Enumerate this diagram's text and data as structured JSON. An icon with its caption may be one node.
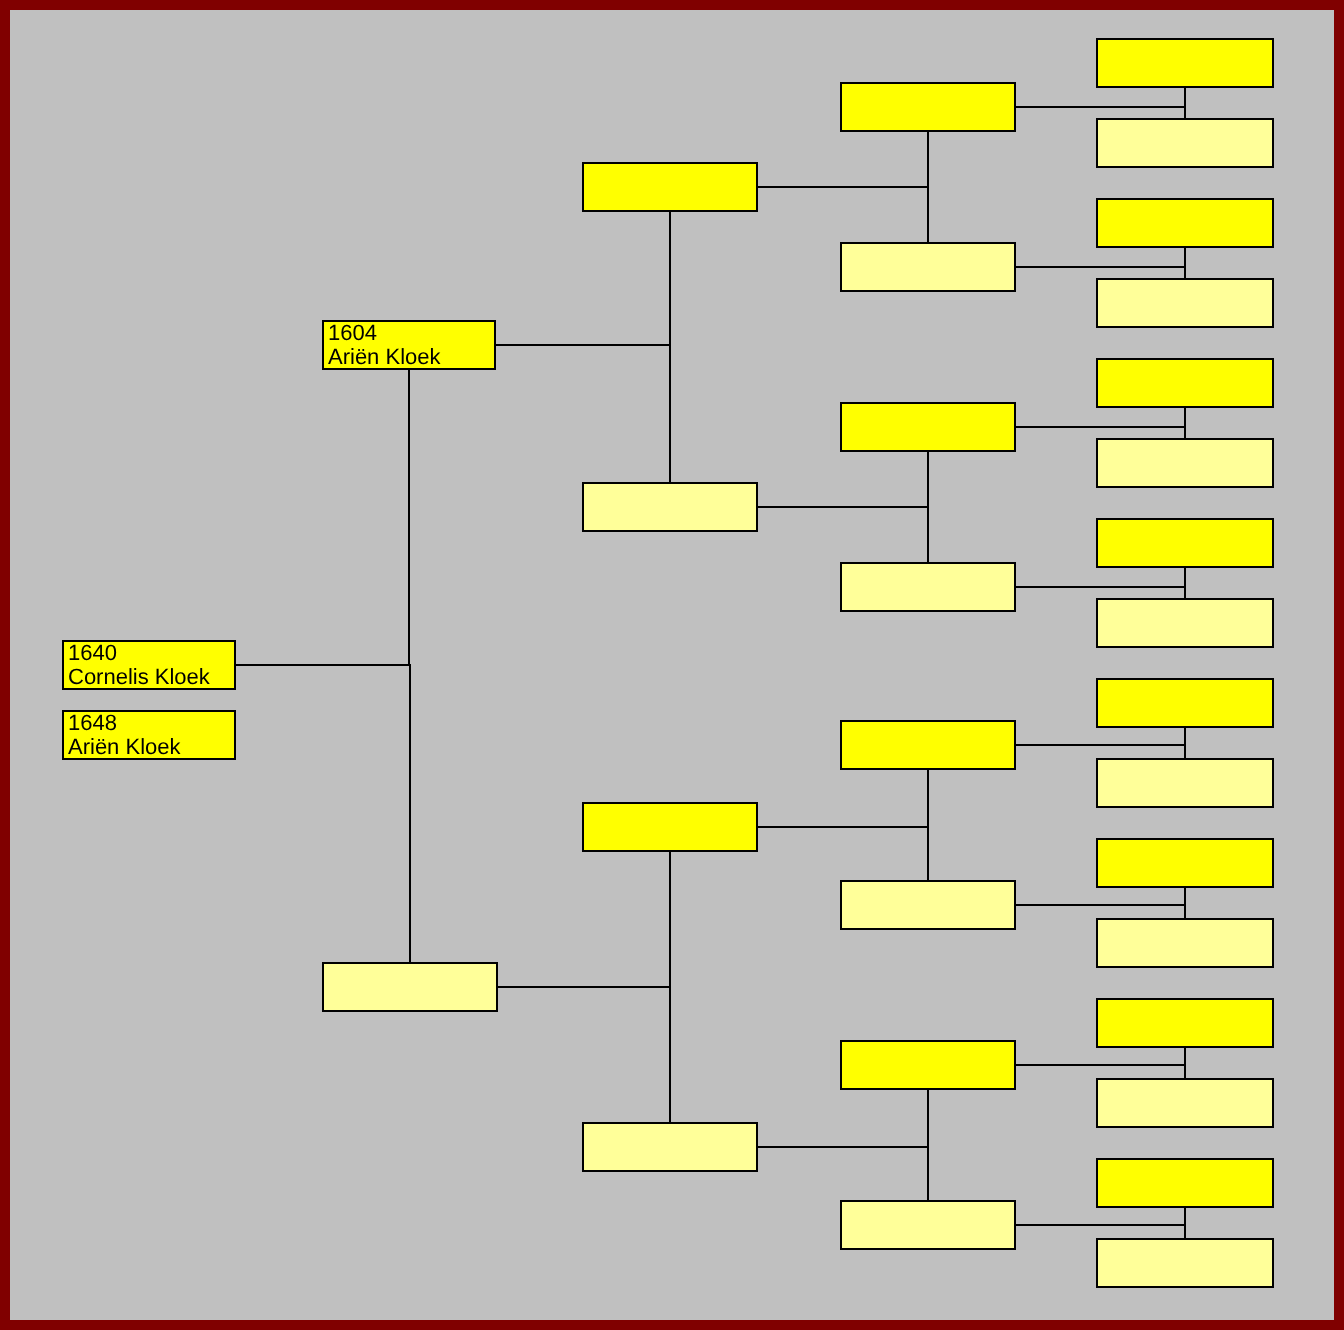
{
  "diagram": {
    "nodes": [
      {
        "text": [
          "1640",
          "Cornelis Kloek"
        ]
      },
      {
        "text": [
          "1648",
          "Ariën Kloek"
        ]
      },
      {
        "text": [
          "1604",
          "Ariën Kloek"
        ]
      },
      {
        "text": [],
        "shape": "box"
      },
      {
        "text": [],
        "shape": "box"
      },
      {
        "text": [],
        "shape": "box"
      },
      {
        "text": [],
        "shape": "box"
      },
      {
        "text": [],
        "shape": "box"
      },
      {
        "text": [],
        "shape": "box"
      },
      {
        "text": [],
        "shape": "box"
      },
      {
        "text": [],
        "shape": "box"
      },
      {
        "text": [],
        "shape": "box"
      },
      {
        "text": [],
        "shape": "box"
      },
      {
        "text": [],
        "shape": "box"
      },
      {
        "text": [],
        "shape": "box"
      },
      {
        "text": [],
        "shape": "box"
      },
      {
        "text": [],
        "shape": "box"
      },
      {
        "text": [],
        "shape": "box"
      },
      {
        "text": [],
        "shape": "box"
      },
      {
        "text": [],
        "shape": "box"
      },
      {
        "text": [],
        "shape": "box"
      },
      {
        "text": [],
        "shape": "box"
      },
      {
        "text": [],
        "shape": "box"
      },
      {
        "text": [],
        "shape": "box"
      },
      {
        "text": [],
        "shape": "box"
      },
      {
        "text": [],
        "shape": "box"
      },
      {
        "text": [],
        "shape": "box"
      },
      {
        "text": [],
        "shape": "box"
      },
      {
        "text": [],
        "shape": "box"
      },
      {
        "text": [],
        "shape": "box"
      },
      {
        "text": [],
        "shape": "box"
      },
      {
        "text": [],
        "shape": "box"
      }
    ],
    "edges": [
      {
        "from": 0,
        "to": 2,
        "arrow": "none"
      },
      {
        "from": 0,
        "to": 3,
        "arrow": "none"
      },
      {
        "from": 2,
        "to": 4,
        "arrow": "none"
      },
      {
        "from": 2,
        "to": 5,
        "arrow": "none"
      },
      {
        "from": 3,
        "to": 6,
        "arrow": "none"
      },
      {
        "from": 3,
        "to": 7,
        "arrow": "none"
      },
      {
        "from": 4,
        "to": 8,
        "arrow": "none"
      },
      {
        "from": 4,
        "to": 9,
        "arrow": "none"
      },
      {
        "from": 5,
        "to": 10,
        "arrow": "none"
      },
      {
        "from": 5,
        "to": 11,
        "arrow": "none"
      },
      {
        "from": 6,
        "to": 12,
        "arrow": "none"
      },
      {
        "from": 6,
        "to": 13,
        "arrow": "none"
      },
      {
        "from": 7,
        "to": 14,
        "arrow": "none"
      },
      {
        "from": 7,
        "to": 15,
        "arrow": "none"
      },
      {
        "from": 8,
        "to": 16,
        "arrow": "none"
      },
      {
        "from": 8,
        "to": 17,
        "arrow": "none"
      },
      {
        "from": 9,
        "to": 18,
        "arrow": "none"
      },
      {
        "from": 9,
        "to": 19,
        "arrow": "none"
      },
      {
        "from": 10,
        "to": 20,
        "arrow": "none"
      },
      {
        "from": 10,
        "to": 21,
        "arrow": "none"
      },
      {
        "from": 11,
        "to": 22,
        "arrow": "none"
      },
      {
        "from": 11,
        "to": 23,
        "arrow": "none"
      },
      {
        "from": 12,
        "to": 24,
        "arrow": "none"
      },
      {
        "from": 12,
        "to": 25,
        "arrow": "none"
      },
      {
        "from": 13,
        "to": 26,
        "arrow": "none"
      },
      {
        "from": 13,
        "to": 27,
        "arrow": "none"
      },
      {
        "from": 14,
        "to": 28,
        "arrow": "none"
      },
      {
        "from": 14,
        "to": 29,
        "arrow": "none"
      },
      {
        "from": 15,
        "to": 30,
        "arrow": "none"
      },
      {
        "from": 15,
        "to": 31,
        "arrow": "none"
      }
    ]
  }
}
